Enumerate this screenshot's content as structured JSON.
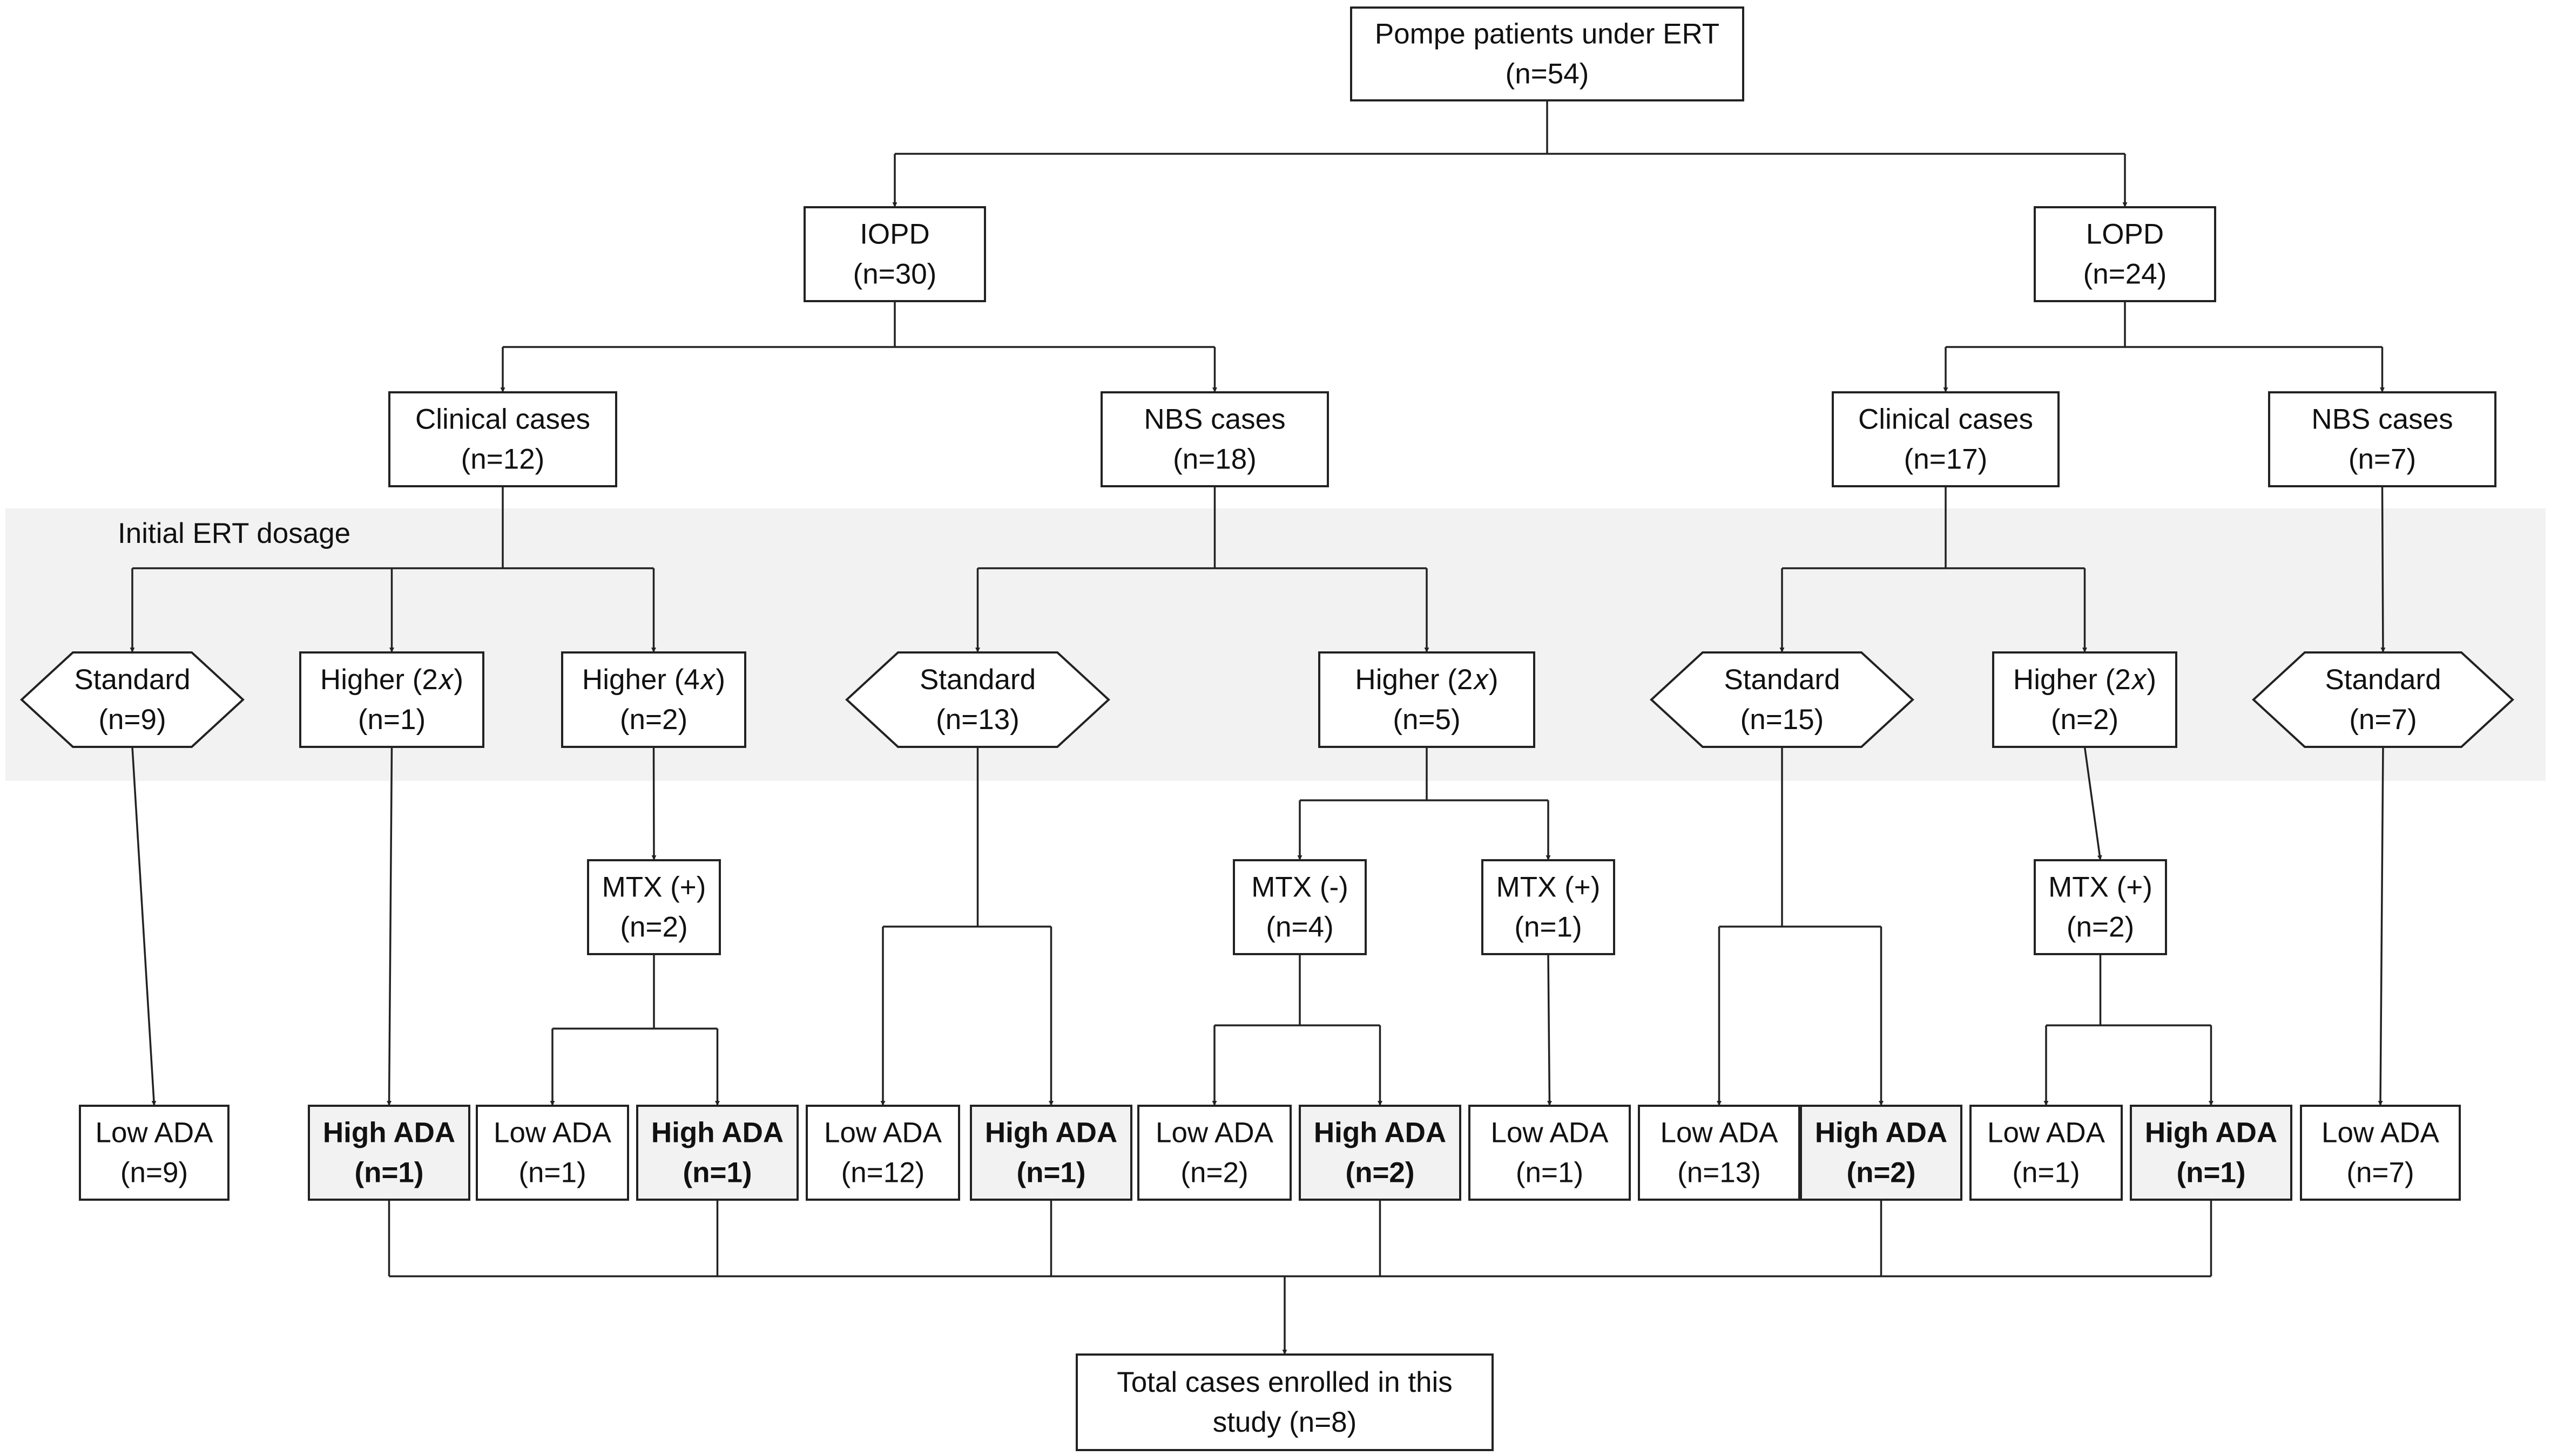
{
  "band": {
    "label": "Initial ERT dosage",
    "color": "#f2f2f2"
  },
  "colors": {
    "box_fill": "#ffffff",
    "highlight_fill": "#f2f2f2",
    "stroke": "#222222"
  },
  "nodes": [
    {
      "id": "root",
      "shape": "rect",
      "lines": [
        "Pompe patients under ERT",
        "(n=54)"
      ]
    },
    {
      "id": "iopd",
      "shape": "rect",
      "lines": [
        "IOPD",
        "(n=30)"
      ]
    },
    {
      "id": "lopd",
      "shape": "rect",
      "lines": [
        "LOPD",
        "(n=24)"
      ]
    },
    {
      "id": "i_clin",
      "shape": "rect",
      "lines": [
        "Clinical cases",
        "(n=12)"
      ]
    },
    {
      "id": "i_nbs",
      "shape": "rect",
      "lines": [
        "NBS cases",
        "(n=18)"
      ]
    },
    {
      "id": "l_clin",
      "shape": "rect",
      "lines": [
        "Clinical cases",
        "(n=17)"
      ]
    },
    {
      "id": "l_nbs",
      "shape": "rect",
      "lines": [
        "NBS cases",
        "(n=7)"
      ]
    },
    {
      "id": "ic_std",
      "shape": "hex",
      "lines": [
        "Standard",
        "(n=9)"
      ]
    },
    {
      "id": "ic_h2",
      "shape": "rect",
      "lines": [
        "Higher (2𝑥)",
        "(n=1)"
      ]
    },
    {
      "id": "ic_h4",
      "shape": "rect",
      "lines": [
        "Higher (4𝑥)",
        "(n=2)"
      ]
    },
    {
      "id": "in_std",
      "shape": "hex",
      "lines": [
        "Standard",
        "(n=13)"
      ]
    },
    {
      "id": "in_h2",
      "shape": "rect",
      "lines": [
        "Higher (2𝑥)",
        "(n=5)"
      ]
    },
    {
      "id": "lc_std",
      "shape": "hex",
      "lines": [
        "Standard",
        "(n=15)"
      ]
    },
    {
      "id": "lc_h2",
      "shape": "rect",
      "lines": [
        "Higher (2𝑥)",
        "(n=2)"
      ]
    },
    {
      "id": "ln_std",
      "shape": "hex",
      "lines": [
        "Standard",
        "(n=7)"
      ]
    },
    {
      "id": "ic_mtx",
      "shape": "rect",
      "lines": [
        "MTX (+)",
        "(n=2)"
      ]
    },
    {
      "id": "in_mtxn",
      "shape": "rect",
      "lines": [
        "MTX (-)",
        "(n=4)"
      ]
    },
    {
      "id": "in_mtxp",
      "shape": "rect",
      "lines": [
        "MTX (+)",
        "(n=1)"
      ]
    },
    {
      "id": "lc_mtx",
      "shape": "rect",
      "lines": [
        "MTX (+)",
        "(n=2)"
      ]
    },
    {
      "id": "o1",
      "shape": "rect",
      "lines": [
        "Low ADA",
        "(n=9)"
      ]
    },
    {
      "id": "o2",
      "shape": "rect",
      "bold": true,
      "highlight": true,
      "lines": [
        "High ADA",
        "(n=1)"
      ]
    },
    {
      "id": "o3",
      "shape": "rect",
      "lines": [
        "Low ADA",
        "(n=1)"
      ]
    },
    {
      "id": "o4",
      "shape": "rect",
      "bold": true,
      "highlight": true,
      "lines": [
        "High ADA",
        "(n=1)"
      ]
    },
    {
      "id": "o5",
      "shape": "rect",
      "lines": [
        "Low ADA",
        "(n=12)"
      ]
    },
    {
      "id": "o6",
      "shape": "rect",
      "bold": true,
      "highlight": true,
      "lines": [
        "High ADA",
        "(n=1)"
      ]
    },
    {
      "id": "o7",
      "shape": "rect",
      "lines": [
        "Low ADA",
        "(n=2)"
      ]
    },
    {
      "id": "o8",
      "shape": "rect",
      "bold": true,
      "highlight": true,
      "lines": [
        "High ADA",
        "(n=2)"
      ]
    },
    {
      "id": "o9",
      "shape": "rect",
      "lines": [
        "Low ADA",
        "(n=1)"
      ]
    },
    {
      "id": "o10",
      "shape": "rect",
      "lines": [
        "Low ADA",
        "(n=13)"
      ]
    },
    {
      "id": "o11",
      "shape": "rect",
      "bold": true,
      "highlight": true,
      "lines": [
        "High ADA",
        "(n=2)"
      ]
    },
    {
      "id": "o12",
      "shape": "rect",
      "lines": [
        "Low ADA",
        "(n=1)"
      ]
    },
    {
      "id": "o13",
      "shape": "rect",
      "bold": true,
      "highlight": true,
      "lines": [
        "High ADA",
        "(n=1)"
      ]
    },
    {
      "id": "o14",
      "shape": "rect",
      "lines": [
        "Low ADA",
        "(n=7)"
      ]
    },
    {
      "id": "total",
      "shape": "rect",
      "lines": [
        "Total cases enrolled in this",
        "study (n=8)"
      ]
    }
  ],
  "edges": [
    {
      "from": "root",
      "to": [
        "iopd",
        "lopd"
      ]
    },
    {
      "from": "iopd",
      "to": [
        "i_clin",
        "i_nbs"
      ]
    },
    {
      "from": "lopd",
      "to": [
        "l_clin",
        "l_nbs"
      ]
    },
    {
      "from": "i_clin",
      "to": [
        "ic_std",
        "ic_h2",
        "ic_h4"
      ]
    },
    {
      "from": "i_nbs",
      "to": [
        "in_std",
        "in_h2"
      ]
    },
    {
      "from": "l_clin",
      "to": [
        "lc_std",
        "lc_h2"
      ]
    },
    {
      "from": "l_nbs",
      "to": [
        "ln_std"
      ]
    },
    {
      "from": "ic_h4",
      "to": [
        "ic_mtx"
      ]
    },
    {
      "from": "in_h2",
      "to": [
        "in_mtxn",
        "in_mtxp"
      ]
    },
    {
      "from": "lc_h2",
      "to": [
        "lc_mtx"
      ]
    },
    {
      "from": "ic_std",
      "to": [
        "o1"
      ]
    },
    {
      "from": "ic_h2",
      "to": [
        "o2"
      ]
    },
    {
      "from": "ic_mtx",
      "to": [
        "o3",
        "o4"
      ]
    },
    {
      "from": "in_std",
      "to": [
        "o5",
        "o6"
      ]
    },
    {
      "from": "in_mtxn",
      "to": [
        "o7",
        "o8"
      ]
    },
    {
      "from": "in_mtxp",
      "to": [
        "o9"
      ]
    },
    {
      "from": "lc_std",
      "to": [
        "o10",
        "o11"
      ]
    },
    {
      "from": "lc_mtx",
      "to": [
        "o12",
        "o13"
      ]
    },
    {
      "from": "ln_std",
      "to": [
        "o14"
      ]
    }
  ],
  "merge": {
    "from": [
      "o2",
      "o4",
      "o6",
      "o8",
      "o11",
      "o13"
    ],
    "to": "total"
  }
}
